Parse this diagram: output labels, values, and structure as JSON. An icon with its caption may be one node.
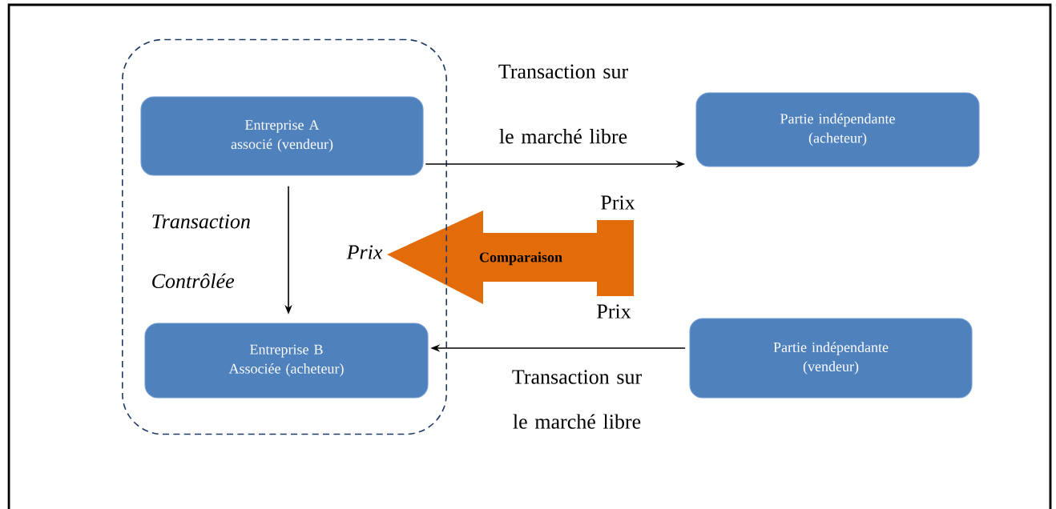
{
  "diagram": {
    "nodes": [
      {
        "text": [],
        "shape": "box"
      },
      {
        "text": [
          "Entreprise A associé (vendeur)"
        ],
        "in": 0
      },
      {
        "text": [
          "Partie indépendante (acheteur)"
        ]
      },
      {
        "text": [
          "Entreprise B Associée (acheteur)"
        ],
        "in": 0
      },
      {
        "text": [
          "Partie indépendante (vendeur)"
        ]
      },
      {
        "text": [
          "Comparaison"
        ],
        "beside": [
          "Prix",
          "Prix",
          "Prix"
        ]
      }
    ],
    "edges": [
      {
        "from": 1,
        "to": 2,
        "arrow": "to",
        "label": "Transaction sur le marché libre"
      },
      {
        "from": 1,
        "to": 3,
        "arrow": "to",
        "label": "Transaction Contrôlée"
      },
      {
        "from": 4,
        "to": 3,
        "arrow": "to",
        "label": "Transaction sur le marché libre"
      }
    ]
  }
}
